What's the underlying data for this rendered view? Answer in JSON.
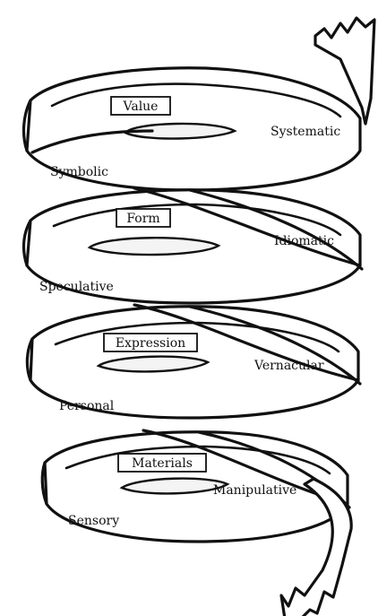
{
  "levels": [
    {
      "title": "Value",
      "left_label": "Symbolic",
      "right_label": "Systematic"
    },
    {
      "title": "Form",
      "left_label": "Speculative",
      "right_label": "Idiomatic"
    },
    {
      "title": "Expression",
      "left_label": "Personal",
      "right_label": "Vernacular"
    },
    {
      "title": "Materials",
      "left_label": "Sensory",
      "right_label": "Manipulative"
    }
  ]
}
